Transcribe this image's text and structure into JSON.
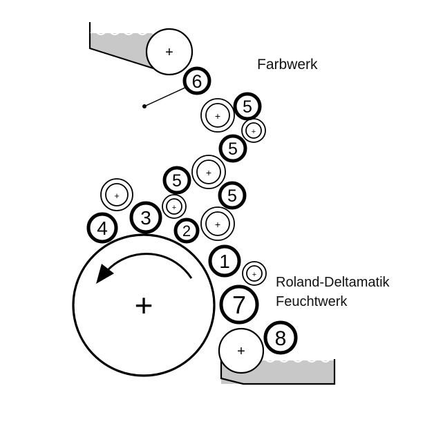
{
  "labels": {
    "farbwerk": "Farbwerk",
    "feuchtwerk_line1": "Roland-Deltamatik",
    "feuchtwerk_line2": "Feuchtwerk"
  },
  "roller_numbers": {
    "r1": "1",
    "r2": "2",
    "r3": "3",
    "r4": "4",
    "r5a": "5",
    "r5b": "5",
    "r5c": "5",
    "r5d": "5",
    "r6": "6",
    "r7": "7",
    "r8": "8"
  },
  "colors": {
    "ink": "#000000",
    "trough_fill": "#c8c8c8",
    "background": "#ffffff"
  }
}
